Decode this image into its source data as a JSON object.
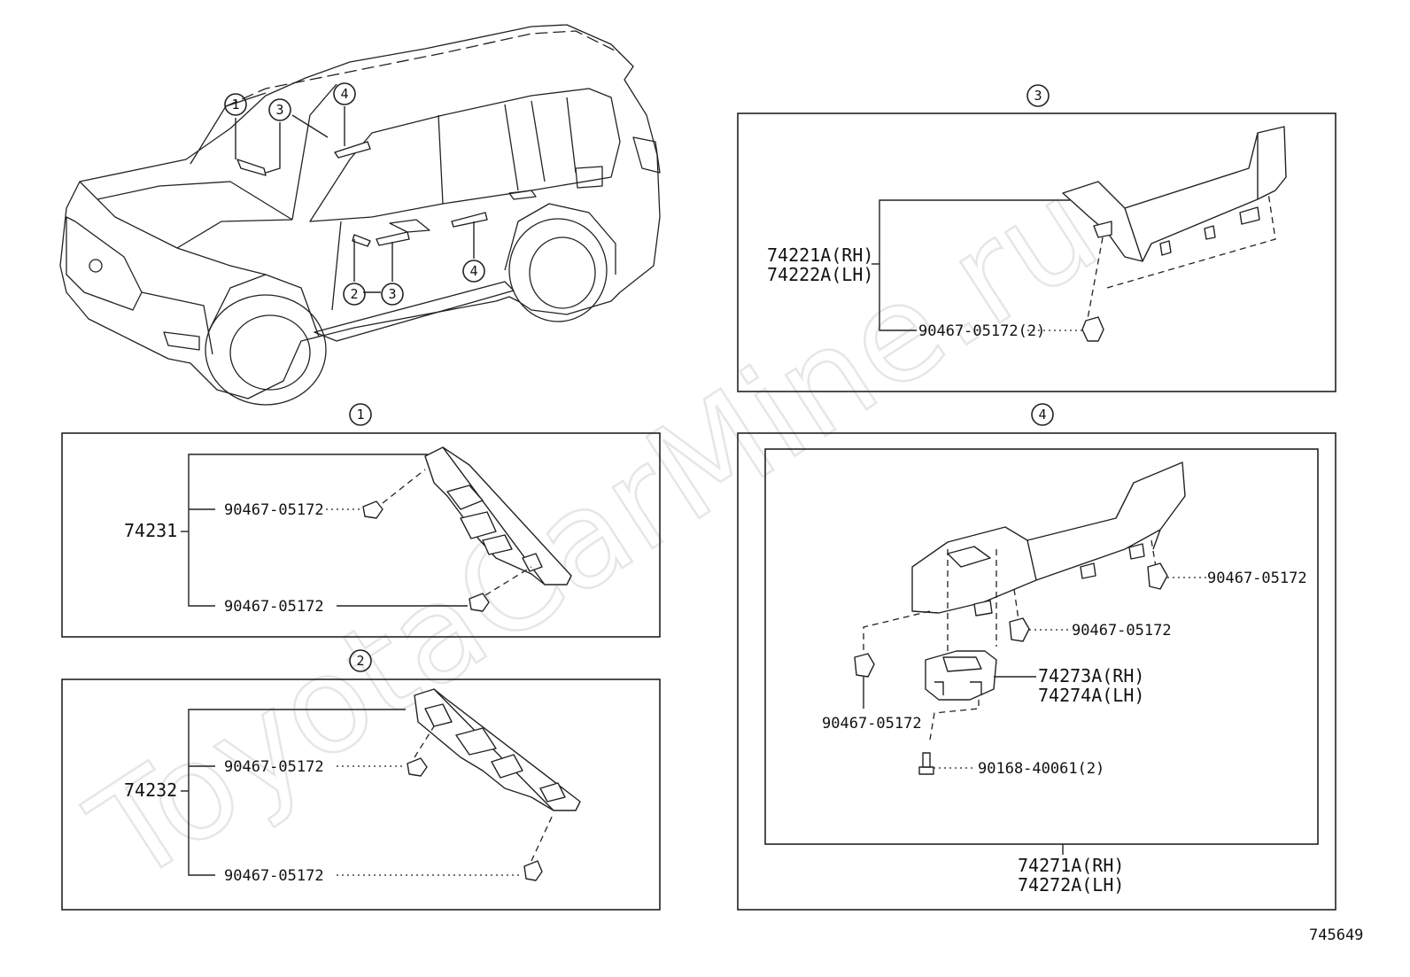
{
  "watermark": "ToyotaCarMine.ru",
  "diagram_id": "745649",
  "overview": {
    "callouts": [
      "1",
      "2",
      "3",
      "4",
      "3",
      "4"
    ]
  },
  "panel1": {
    "index": "1",
    "assembly": "74231",
    "clip_top": "90467-05172",
    "clip_bottom": "90467-05172"
  },
  "panel2": {
    "index": "2",
    "assembly": "74232",
    "clip_top": "90467-05172",
    "clip_bottom": "90467-05172"
  },
  "panel3": {
    "index": "3",
    "assembly_rh": "74221A(RH)",
    "assembly_lh": "74222A(LH)",
    "clip": "90467-05172(2)"
  },
  "panel4": {
    "index": "4",
    "clip_right": "90467-05172",
    "clip_mid": "90467-05172",
    "clip_left": "90467-05172",
    "switch_rh": "74273A(RH)",
    "switch_lh": "74274A(LH)",
    "screw": "90168-40061(2)",
    "assembly_rh": "74271A(RH)",
    "assembly_lh": "74272A(LH)"
  }
}
